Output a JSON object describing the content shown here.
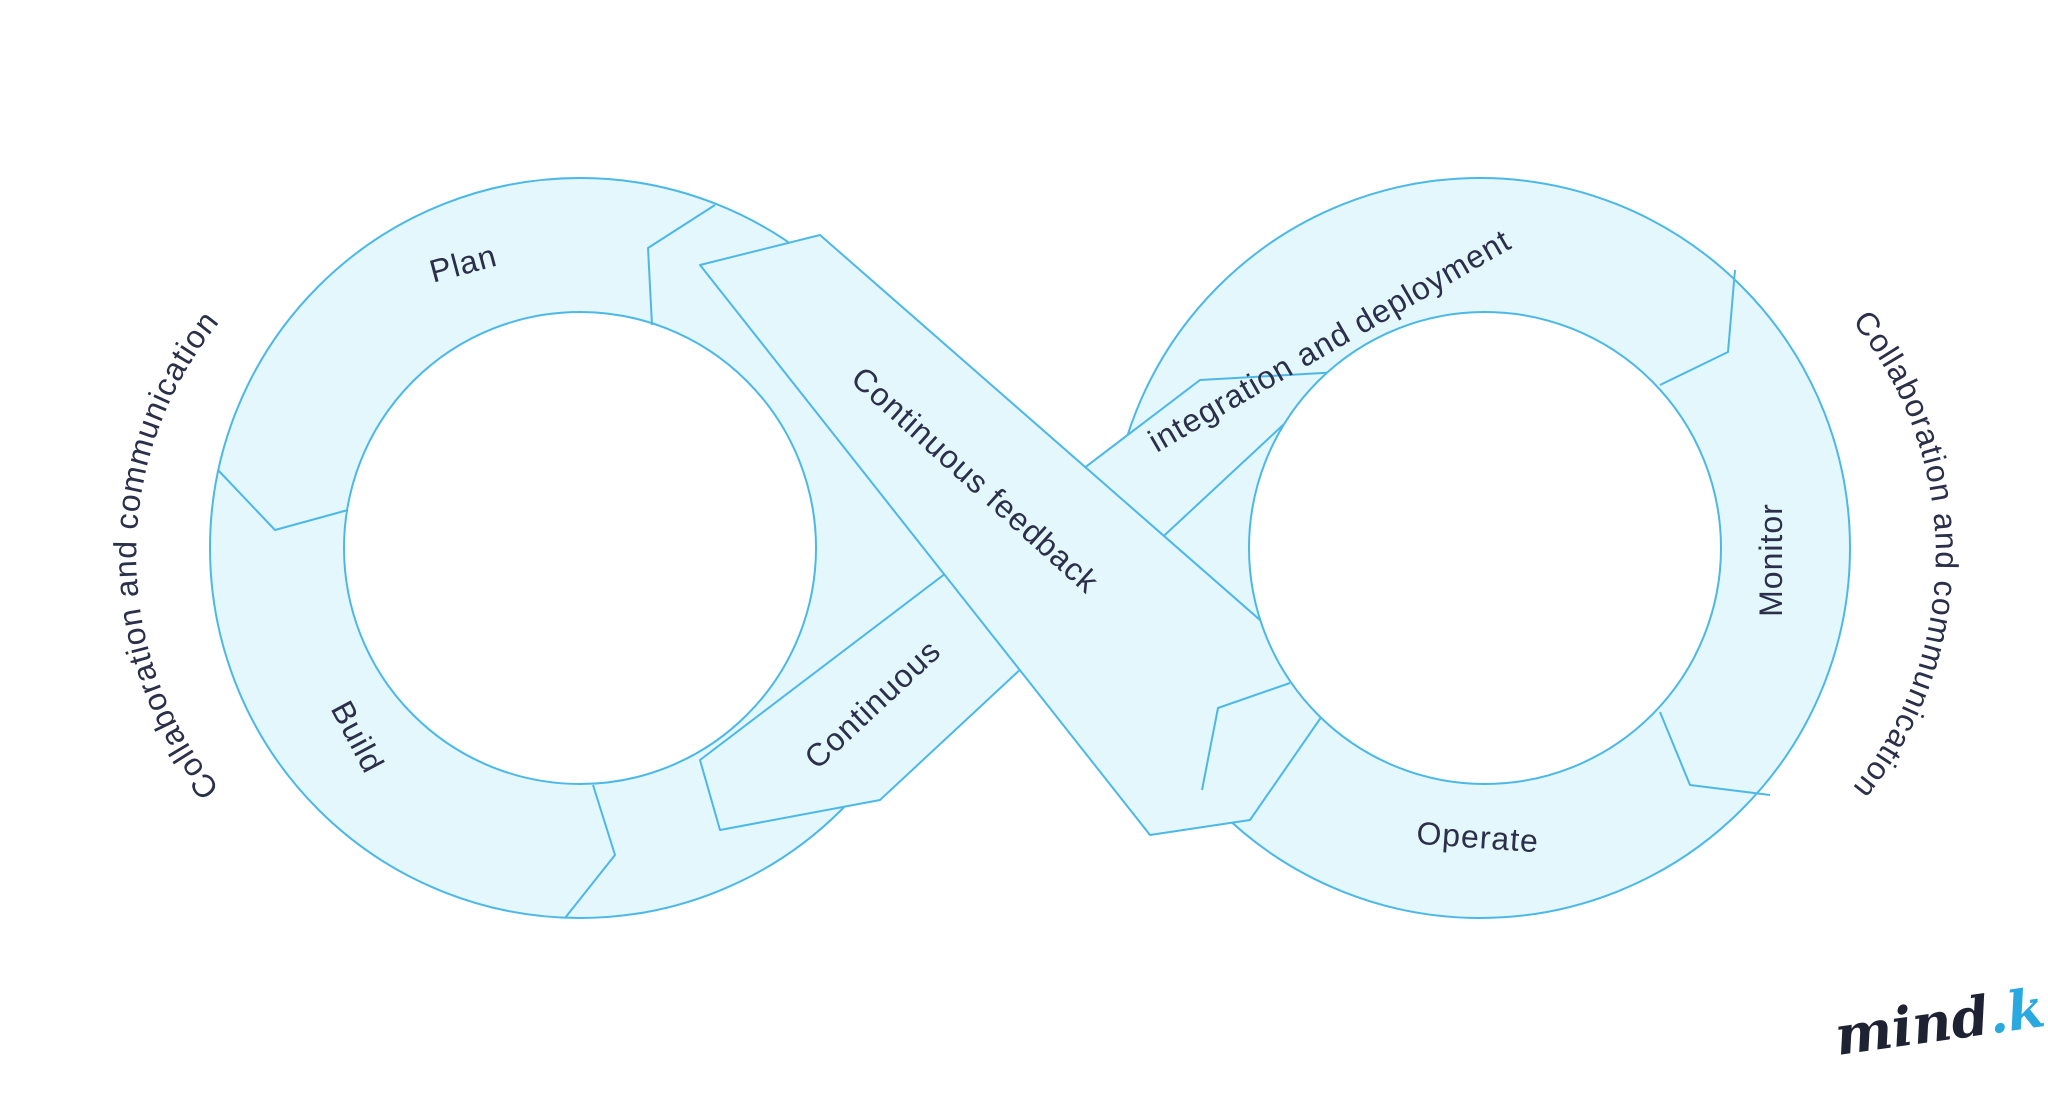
{
  "diagram": {
    "stages": {
      "plan": "Plan",
      "build": "Build",
      "continuous_left": "Continuous",
      "continuous_feedback": "Continuous feedback",
      "integration_deployment": "integration and deployment",
      "monitor": "Monitor",
      "operate": "Operate"
    },
    "outer_left": "Collaboration and communication",
    "outer_right": "Collaboration and communication"
  },
  "logo": {
    "main": "mind",
    "dot": ".",
    "accent": "k"
  },
  "colors": {
    "band_fill": "#e3f7fc",
    "stroke": "#4cb8e8",
    "text": "#2b2f4a",
    "logo_accent": "#2aa8e0"
  }
}
